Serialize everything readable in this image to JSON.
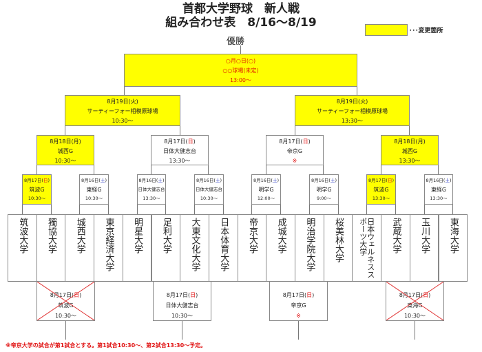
{
  "title": {
    "line1": "首都大学野球　新人戦",
    "line2": "組み合わせ表　8/16〜8/19"
  },
  "legend": {
    "label": "･･･変更箇所",
    "color": "#ffff00"
  },
  "champion_label": "優勝",
  "final": {
    "date": "○月○日(○)",
    "venue": "○○球場(未定)",
    "time": "13:00〜"
  },
  "semifinals": [
    {
      "date_pre": "8月19日(",
      "day": "火",
      "date_post": ")",
      "venue": "サーティーフォー相模原球場",
      "time": "10:30〜"
    },
    {
      "date_pre": "8月19日(",
      "day": "火",
      "date_post": ")",
      "venue": "サーティーフォー相模原球場",
      "time": "13:30〜"
    }
  ],
  "quarterfinals": [
    {
      "date_pre": "8月18日(",
      "day": "月",
      "date_post": ")",
      "venue": "城西G",
      "time": "10:30〜",
      "changed": true
    },
    {
      "date_pre": "8月17日(",
      "day": "日",
      "date_post": ")",
      "venue": "日体大健志台",
      "time": "13:30〜",
      "changed": false
    },
    {
      "date_pre": "8月17日(",
      "day": "日",
      "date_post": ")",
      "venue": "帝京G",
      "time": "※",
      "changed": false
    },
    {
      "date_pre": "8月18日(",
      "day": "月",
      "date_post": ")",
      "venue": "城西G",
      "time": "13:30〜",
      "changed": true
    }
  ],
  "first_round": [
    {
      "date_pre": "8月17日(",
      "day": "日",
      "date_post": ")",
      "venue": "筑波G",
      "time": "10:30〜",
      "changed": true
    },
    {
      "date_pre": "8月16日(",
      "day": "土",
      "date_post": ")",
      "venue": "東経G",
      "time": "10:30〜",
      "changed": false
    },
    {
      "date_pre": "8月16日(",
      "day": "土",
      "date_post": ")",
      "venue": "日体大健志台",
      "time": "13:30〜",
      "changed": false
    },
    {
      "date_pre": "8月16日(",
      "day": "土",
      "date_post": ")",
      "venue": "日体大健志台",
      "time": "10:30〜",
      "changed": false
    },
    {
      "date_pre": "8月16日(",
      "day": "土",
      "date_post": ")",
      "venue": "明学G",
      "time": "12:00〜",
      "changed": false
    },
    {
      "date_pre": "8月16日(",
      "day": "土",
      "date_post": ")",
      "venue": "明学G",
      "time": "9:00〜",
      "changed": false
    },
    {
      "date_pre": "8月17日(",
      "day": "日",
      "date_post": ")",
      "venue": "筑波G",
      "time": "13:30〜",
      "changed": true
    },
    {
      "date_pre": "8月16日(",
      "day": "土",
      "date_post": ")",
      "venue": "東経G",
      "time": "13:30〜",
      "changed": false
    }
  ],
  "teams": [
    "筑波大学",
    "獨協大学",
    "城西大学",
    "東京経済大学",
    "明星大学",
    "足利大学",
    "大東文化大学",
    "日本体育大学",
    "帝京大学",
    "成城大学",
    "明治学院大学",
    "桜美林大学",
    "日本ウェルネススポーツ大学",
    "武蔵大学",
    "玉川大学",
    "東海大学"
  ],
  "lower_games": [
    {
      "date_pre": "8月17日(",
      "day": "日",
      "date_post": ")",
      "venue": "筑波G",
      "time": "10:30〜",
      "cancelled": true
    },
    {
      "date_pre": "8月17日(",
      "day": "日",
      "date_post": ")",
      "venue": "日体大健志台",
      "time": "10:30〜",
      "cancelled": false
    },
    {
      "date_pre": "8月17日(",
      "day": "日",
      "date_post": ")",
      "venue": "帝京G",
      "time": "※",
      "cancelled": false
    },
    {
      "date_pre": "8月17日(",
      "day": "日",
      "date_post": ")",
      "venue": "東海G",
      "time": "10:30〜",
      "cancelled": true
    }
  ],
  "footnote": "※帝京大学の試合が第1試合とする。第1試合10:30〜、第2試合13:30〜予定。"
}
